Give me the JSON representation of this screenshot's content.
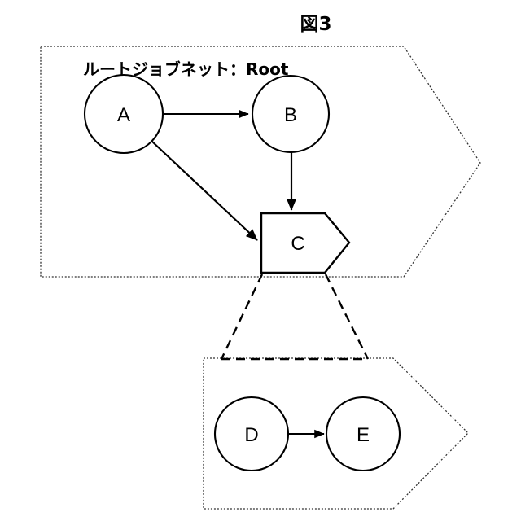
{
  "figure": {
    "title": "図3",
    "root_network_label": "ルートジョブネット：Root"
  },
  "colors": {
    "background": "#ffffff",
    "stroke": "#000000",
    "container_stroke": "#333333"
  },
  "chart_data": {
    "type": "diagram",
    "title": "図3",
    "containers": [
      {
        "id": "root-jobnet",
        "label": "ルートジョブネット：Root",
        "shape": "arrow-pentagon",
        "border": "dotted",
        "nodes": [
          "A",
          "B",
          "C"
        ]
      },
      {
        "id": "sub-jobnet",
        "label": "",
        "shape": "arrow-pentagon",
        "border": "dotted",
        "nodes": [
          "D",
          "E"
        ]
      }
    ],
    "nodes": [
      {
        "id": "A",
        "label": "A",
        "shape": "circle",
        "container": "root-jobnet"
      },
      {
        "id": "B",
        "label": "B",
        "shape": "circle",
        "container": "root-jobnet"
      },
      {
        "id": "C",
        "label": "C",
        "shape": "arrow-pentagon",
        "container": "root-jobnet"
      },
      {
        "id": "D",
        "label": "D",
        "shape": "circle",
        "container": "sub-jobnet"
      },
      {
        "id": "E",
        "label": "E",
        "shape": "circle",
        "container": "sub-jobnet"
      }
    ],
    "edges": [
      {
        "from": "A",
        "to": "B",
        "style": "solid-arrow"
      },
      {
        "from": "A",
        "to": "C",
        "style": "solid-arrow"
      },
      {
        "from": "B",
        "to": "C",
        "style": "solid-arrow"
      },
      {
        "from": "D",
        "to": "E",
        "style": "solid-arrow"
      }
    ],
    "drilldown": [
      {
        "from": "C",
        "to": "sub-jobnet",
        "style": "dashed"
      }
    ]
  },
  "nodes": {
    "a": "A",
    "b": "B",
    "c": "C",
    "d": "D",
    "e": "E"
  }
}
